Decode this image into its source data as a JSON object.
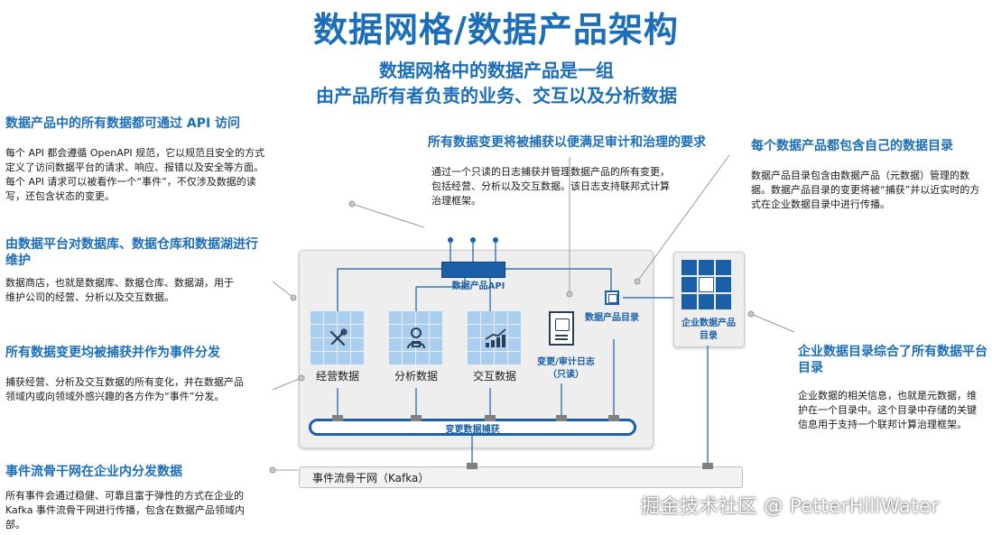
{
  "title": "数据网格/数据产品架构",
  "subtitle": {
    "line1": "数据网格中的数据产品是一组",
    "line2": "由产品所有者负责的业务、交互以及分析数据"
  },
  "left_panels": [
    {
      "heading": "数据产品中的所有数据都可通过 API 访问",
      "body": "每个 API 都会遵循 OpenAPI 规范，它以规范且安全的方式定义了访问数据平台的请求、响应、报错以及安全等方面。每个 API 请求可以被看作一个“事件”，不仅涉及数据的读写，还包含状态的变更。"
    },
    {
      "heading": "由数据平台对数据库、数据仓库和数据湖进行维护",
      "body": "数据商店，也就是数据库、数据仓库、数据湖，用于维护公司的经营、分析以及交互数据。"
    },
    {
      "heading": "所有数据变更均被捕获并作为事件分发",
      "body": "捕获经营、分析及交互数据的所有变化，并在数据产品领域内或向领域外感兴趣的各方作为“事件”分发。"
    },
    {
      "heading": "事件流骨干网在企业内分发数据",
      "body": "所有事件会通过稳健、可靠且富于弹性的方式在企业的 Kafka 事件流骨干网进行传播，包含在数据产品领域内部。"
    }
  ],
  "center_panel": {
    "heading": "所有数据变更将被捕获以便满足审计和治理的要求",
    "body": "通过一个只读的日志捕获并管理数据产品的所有变更，包括经营、分析以及交互数据。该日志支持联邦式计算治理框架。"
  },
  "right_panels": [
    {
      "heading": "每个数据产品都包含自己的数据目录",
      "body": "数据产品目录包含由数据产品（元数据）管理的数据。数据产品目录的变更将被“捕获”并以近实时的方式在企业数据目录中进行传播。"
    },
    {
      "heading": "企业数据目录综合了所有数据平台目录",
      "body": "企业数据的相关信息，也就是元数据，维护在一个目录中。这个目录中存储的关键信息用于支持一个联邦计算治理框架。"
    }
  ],
  "diagram": {
    "api_label": "数据产品API",
    "stores": [
      {
        "label": "经营数据",
        "icon": "tools-icon"
      },
      {
        "label": "分析数据",
        "icon": "analyst-icon"
      },
      {
        "label": "交互数据",
        "icon": "bar-chart-icon"
      }
    ],
    "audit_label": "变更/审计日志（只读）",
    "catalog_label": "数据产品目录",
    "cdc_label": "变更数据捕获",
    "kafka_label": "事件流骨干网（Kafka）",
    "enterprise_catalog_label": "企业数据产品目录"
  },
  "watermark": "掘金技术社区 @ PetterHillWater",
  "colors": {
    "brand_blue": "#1b6eb7",
    "dark_blue": "#1b5fa8",
    "tile_light": "#a9cef0",
    "panel_gray": "#eeeeee"
  }
}
